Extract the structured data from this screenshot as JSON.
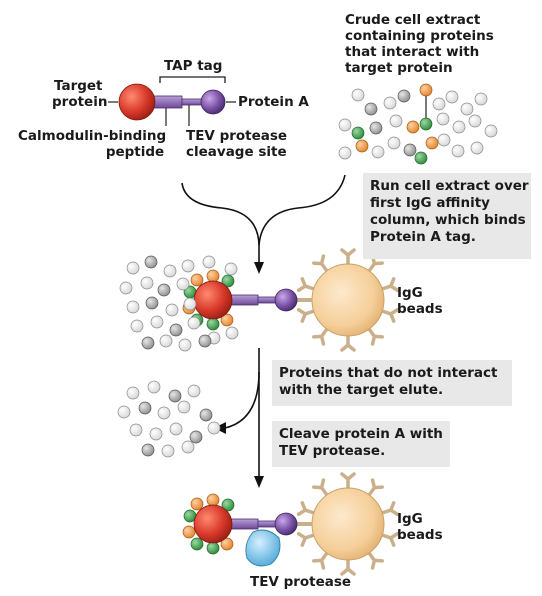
{
  "labels": {
    "crude_extract": [
      "Crude cell extract",
      "containing proteins",
      "that interact with",
      "target protein"
    ],
    "tap_tag": "TAP tag",
    "target_protein": [
      "Target",
      "protein"
    ],
    "protein_a": "Protein A",
    "cbp": [
      "Calmodulin-binding",
      "peptide"
    ],
    "tev_site": [
      "TEV protease",
      "cleavage site"
    ],
    "igg_beads_1": [
      "IgG",
      "beads"
    ],
    "igg_beads_2": [
      "IgG",
      "beads"
    ],
    "tev_protease": "TEV protease"
  },
  "steps": {
    "step1": [
      "Run cell extract over",
      "first IgG affinity",
      "column, which binds",
      "Protein A tag."
    ],
    "step2": [
      "Proteins that do not interact",
      "with the target elute."
    ],
    "step3": [
      "Cleave protein A with",
      "TEV protease."
    ]
  },
  "colors": {
    "target": "#d93a2b",
    "protein_a": "#7b53a6",
    "linker": "#8a6bb5",
    "interactor_green": "#3a9a48",
    "interactor_orange": "#e8923a",
    "bead": "#f5cf9a",
    "antibody": "#d8c3a0",
    "tev": "#7cc3e8",
    "box": "#e8e8e8"
  }
}
